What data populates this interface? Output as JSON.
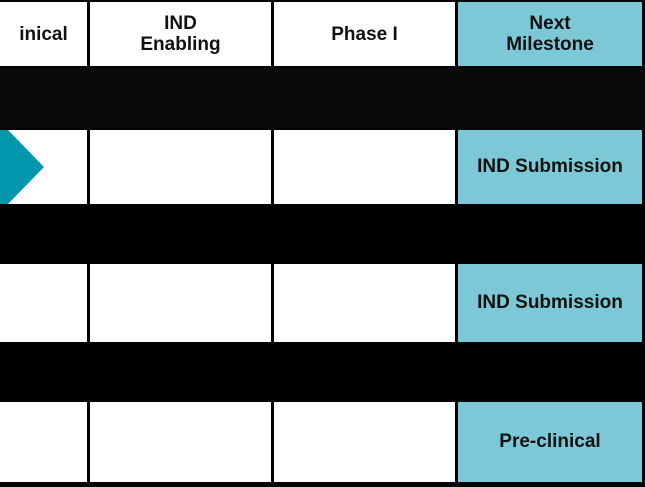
{
  "header": {
    "col_preclinical": "inical",
    "col_ind_enabling": "IND\nEnabling",
    "col_phase1": "Phase I",
    "col_next_milestone": "Next\nMilestone"
  },
  "rows": [
    {
      "next_milestone": "IND Submission"
    },
    {
      "next_milestone": "IND Submission"
    },
    {
      "next_milestone": "Pre-clinical"
    }
  ],
  "colors": {
    "accent_teal": "#7dc8d6",
    "progress_arrow": "#0097ad",
    "band": "#0a0a0a"
  }
}
